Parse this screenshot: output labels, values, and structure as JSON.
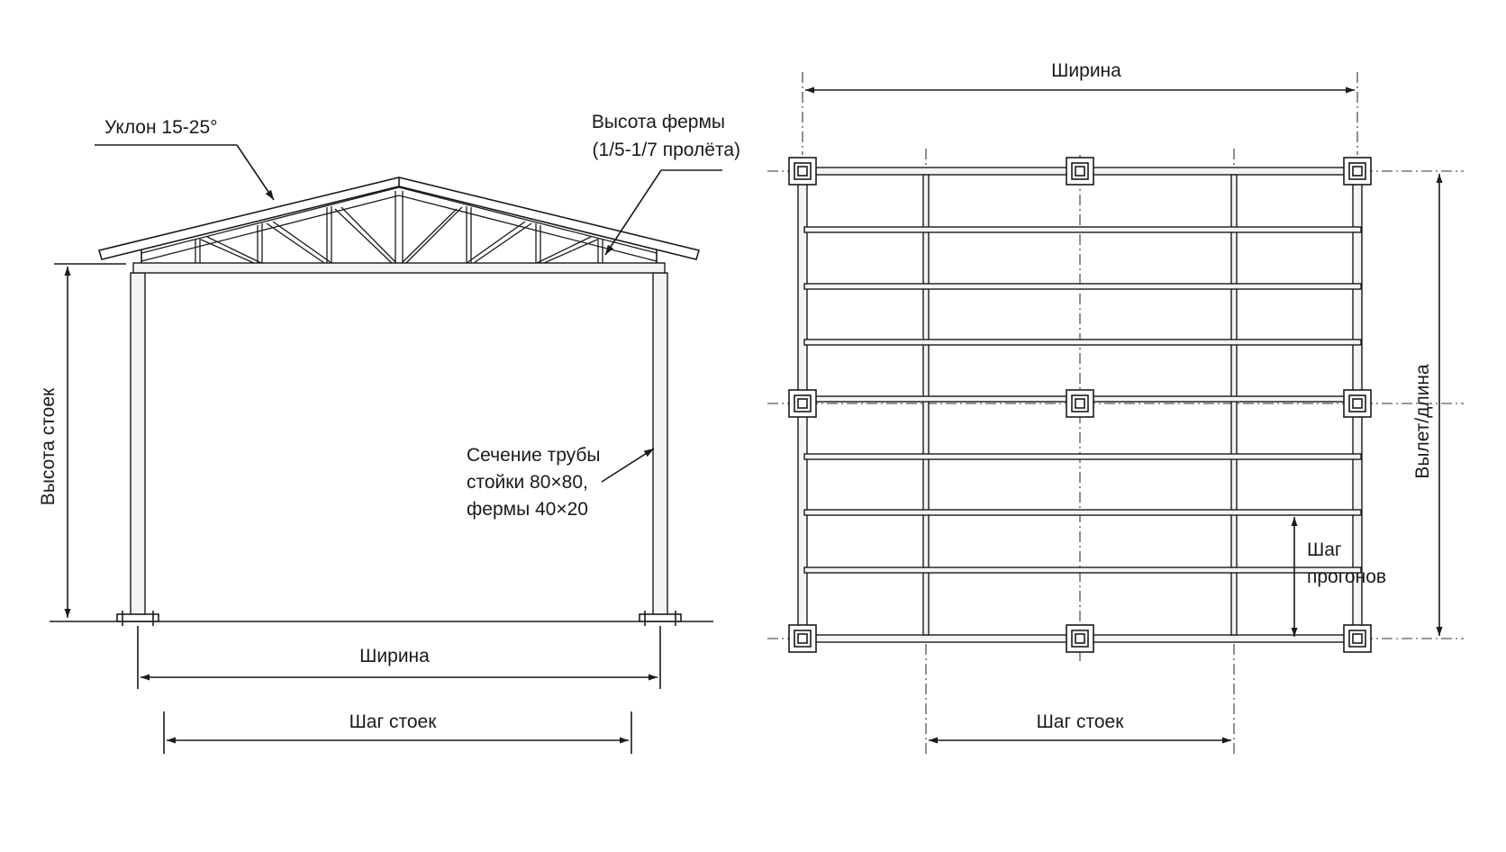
{
  "colors": {
    "ink": "#1a1a1a",
    "background": "#ffffff"
  },
  "elevation": {
    "slope_label": "Уклон 15-25°",
    "truss_height_line1": "Высота фермы",
    "truss_height_line2": "(1/5-1/7 пролёта)",
    "post_height_label": "Высота стоек",
    "section_line1": "Сечение трубы",
    "section_line2": "стойки 80×80,",
    "section_line3": "фермы 40×20",
    "width_label": "Ширина",
    "post_spacing_label": "Шаг стоек"
  },
  "plan": {
    "width_label": "Ширина",
    "length_label": "Вылет/длина",
    "purlin_spacing_line1": "Шаг",
    "purlin_spacing_line2": "прогонов",
    "post_spacing_label": "Шаг стоек"
  }
}
